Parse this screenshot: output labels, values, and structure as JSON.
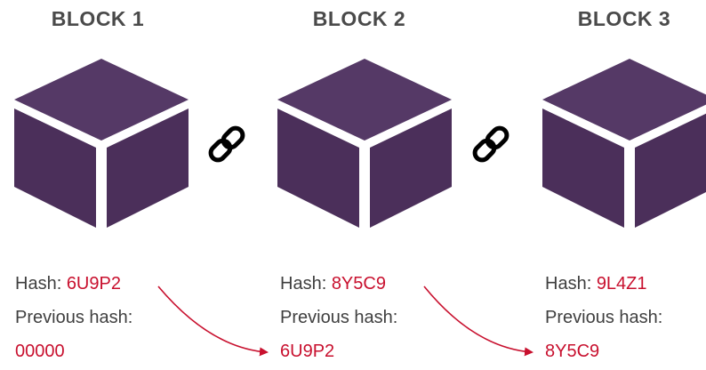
{
  "colors": {
    "title": "#4a4a4a",
    "cube_face": "#4b2f5a",
    "cube_top": "#553966",
    "text": "#3f3f3f",
    "hash": "#c8102e",
    "link_icon": "#000000"
  },
  "blocks": [
    {
      "title": "BLOCK 1",
      "hash_label": "Hash:",
      "hash": "6U9P2",
      "prev_label": "Previous hash:",
      "prev_hash": "00000"
    },
    {
      "title": "BLOCK 2",
      "hash_label": "Hash:",
      "hash": "8Y5C9",
      "prev_label": "Previous hash:",
      "prev_hash": "6U9P2"
    },
    {
      "title": "BLOCK 3",
      "hash_label": "Hash:",
      "hash": "9L4Z1",
      "prev_label": "Previous hash:",
      "prev_hash": "8Y5C9"
    }
  ],
  "icons": {
    "cube": "cube-icon",
    "link": "chain-link-icon"
  }
}
